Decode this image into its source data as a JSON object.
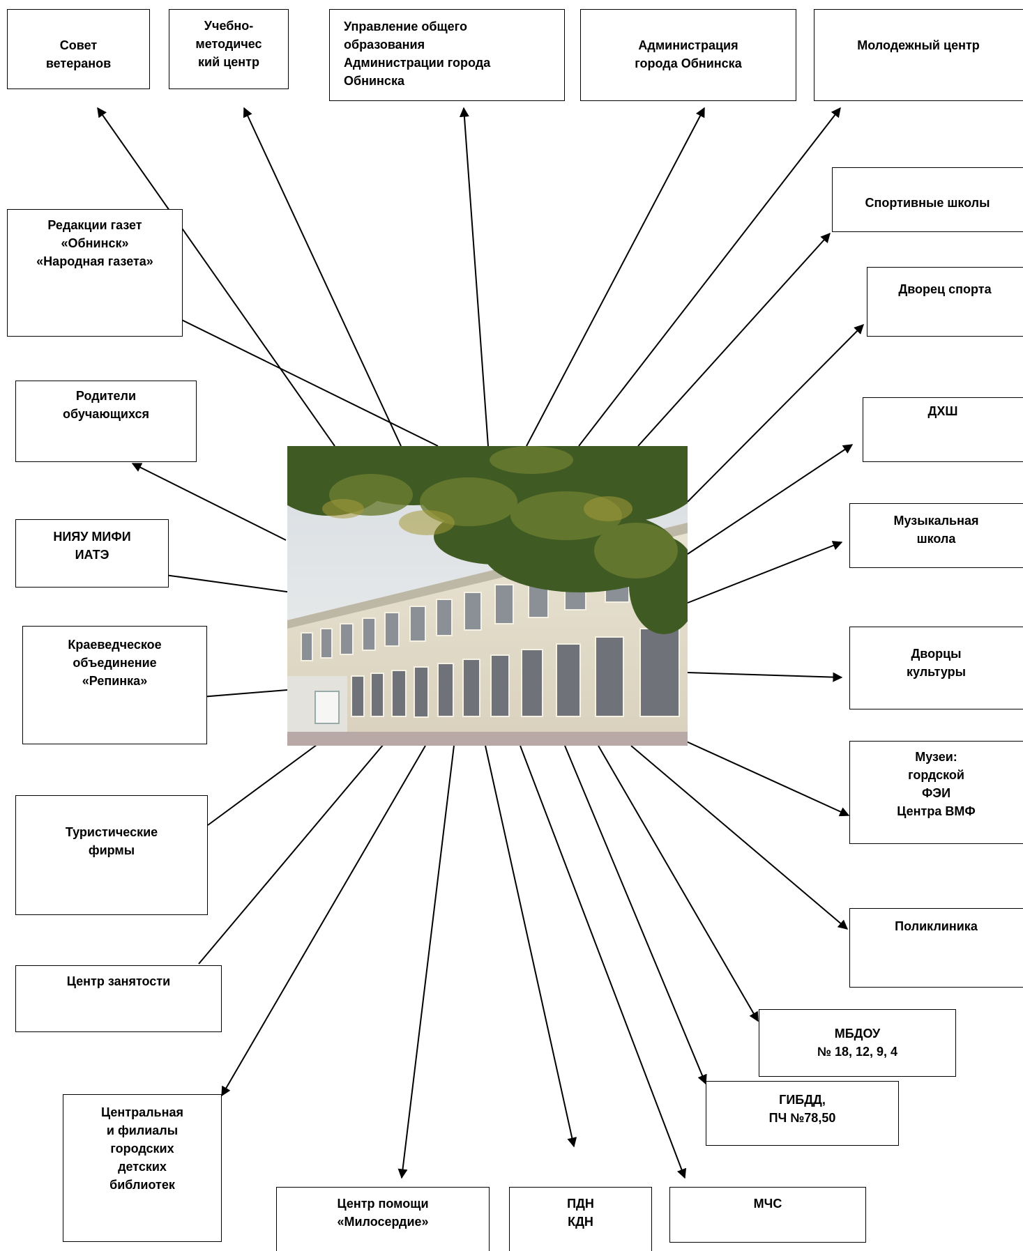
{
  "nodes": {
    "sovet": "Совет\nветеранов",
    "umc": "Учебно-\nметодичес\nкий центр",
    "uoo": "Управление  общего\nобразования\nАдминистрации города\nОбнинска",
    "admin": "Администрация\nгорода Обнинска",
    "molod": "Молодежный центр",
    "redak": "Редакции газет\n«Обнинск»\n«Народная газета»",
    "sport": "Спортивные школы",
    "dvorec": "Дворец спорта",
    "roditeli": "Родители\nобучающихся",
    "dhsh": "ДХШ",
    "mifi": "НИЯУ МИФИ\nИАТЭ",
    "music": "Музыкальная\nшкола",
    "kraeved": "Краеведческое\nобъединение\n«Репинка»",
    "dk": "Дворцы\nкультуры",
    "turist": "Туристические\nфирмы",
    "muzei": "Музеи:\nгордской\nФЭИ\nЦентра ВМФ",
    "poliklinika": "Поликлиника",
    "zaniatost": "Центр занятости",
    "mbdou": "МБДОУ\n№ 18, 12, 9, 4",
    "gibdd": "ГИБДД,\nПЧ №78,50",
    "biblio": "Центральная\nи филиалы\nгородских\nдетских\nбиблиотек",
    "miloserdie": "Центр помощи\n«Милосердие»",
    "pdn": "ПДН\nКДН",
    "mchs": "МЧС"
  },
  "center_image": "school-building-photo",
  "colors": {
    "line": "#000000",
    "box_border": "#000000",
    "background": "#ffffff"
  }
}
